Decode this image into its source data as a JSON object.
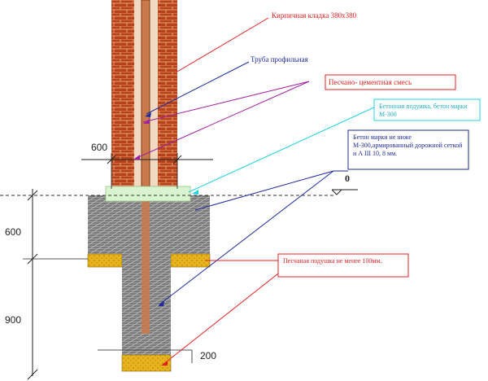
{
  "labels": {
    "brick": "Кирпичная кладка 380х380",
    "tube": "Труба профильная",
    "mortar": "Песчано- цементная смесь",
    "concrete_pad": "Бетонная подушка, бетон марки М-300",
    "concrete_spec": "Бетон марки не ниже М-300,армированный дорожной сеткой и А III 10, 8 мм.",
    "sand_pad": "Песчаная подушка не менее 100мм."
  },
  "dimensions": {
    "pillar_width": "600",
    "zero_mark": "0",
    "upper_depth": "600",
    "lower_depth": "900",
    "sand_thickness": "200"
  },
  "colors": {
    "brick": "#b5421a",
    "mortar_joint": "#e8a070",
    "tube": "#c9794a",
    "concrete": "#8e8e8e",
    "concrete_pad": "#d9f5cf",
    "sand": "#e8b41c",
    "red_line": "#e02020",
    "blue_line": "#1c2a9c",
    "purple_line": "#a020a0",
    "cyan_line": "#20d0e0"
  }
}
